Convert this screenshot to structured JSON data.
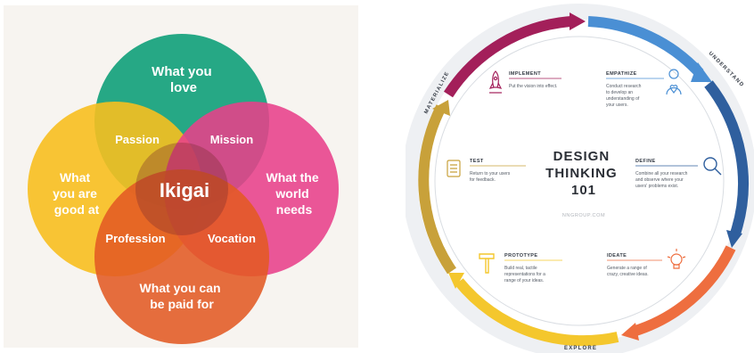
{
  "ikigai": {
    "love": [
      "What you",
      "love"
    ],
    "good_at": [
      "What",
      "you are",
      "good at"
    ],
    "needs": [
      "What the",
      "world",
      "needs"
    ],
    "paid_for": [
      "What you can",
      "be paid for"
    ],
    "passion": "Passion",
    "mission": "Mission",
    "profession": "Profession",
    "vocation": "Vocation",
    "center": "Ikigai",
    "colors": {
      "love": "#1aa37e",
      "good_at": "#f7bf1f",
      "needs": "#e8408a",
      "paid_for": "#e35a23"
    }
  },
  "design_thinking": {
    "title": [
      "DESIGN",
      "THINKING",
      "101"
    ],
    "site": "NNGROUP.COM",
    "arc_labels": {
      "understand": "UNDERSTAND",
      "explore": "EXPLORE",
      "materialize": "MATERIALIZE"
    },
    "phases": {
      "empathize": {
        "title": "EMPATHIZE",
        "desc": [
          "Conduct research",
          "to develop an",
          "understanding of",
          "your users."
        ],
        "color": "#4a8fd4"
      },
      "define": {
        "title": "DEFINE",
        "desc": [
          "Combine all your research",
          "and observe where your",
          "users' problems exist."
        ],
        "color": "#2f5f9e"
      },
      "ideate": {
        "title": "IDEATE",
        "desc": [
          "Generate a range of",
          "crazy, creative ideas."
        ],
        "color": "#ee6e3f"
      },
      "prototype": {
        "title": "PROTOTYPE",
        "desc": [
          "Build real, tactile",
          "representations for a",
          "range of your ideas."
        ],
        "color": "#f4c72d"
      },
      "test": {
        "title": "TEST",
        "desc": [
          "Return to your users",
          "for feedback."
        ],
        "color": "#c8a13a"
      },
      "implement": {
        "title": "IMPLEMENT",
        "desc": [
          "Put the vision into effect."
        ],
        "color": "#a31f5a"
      }
    }
  }
}
